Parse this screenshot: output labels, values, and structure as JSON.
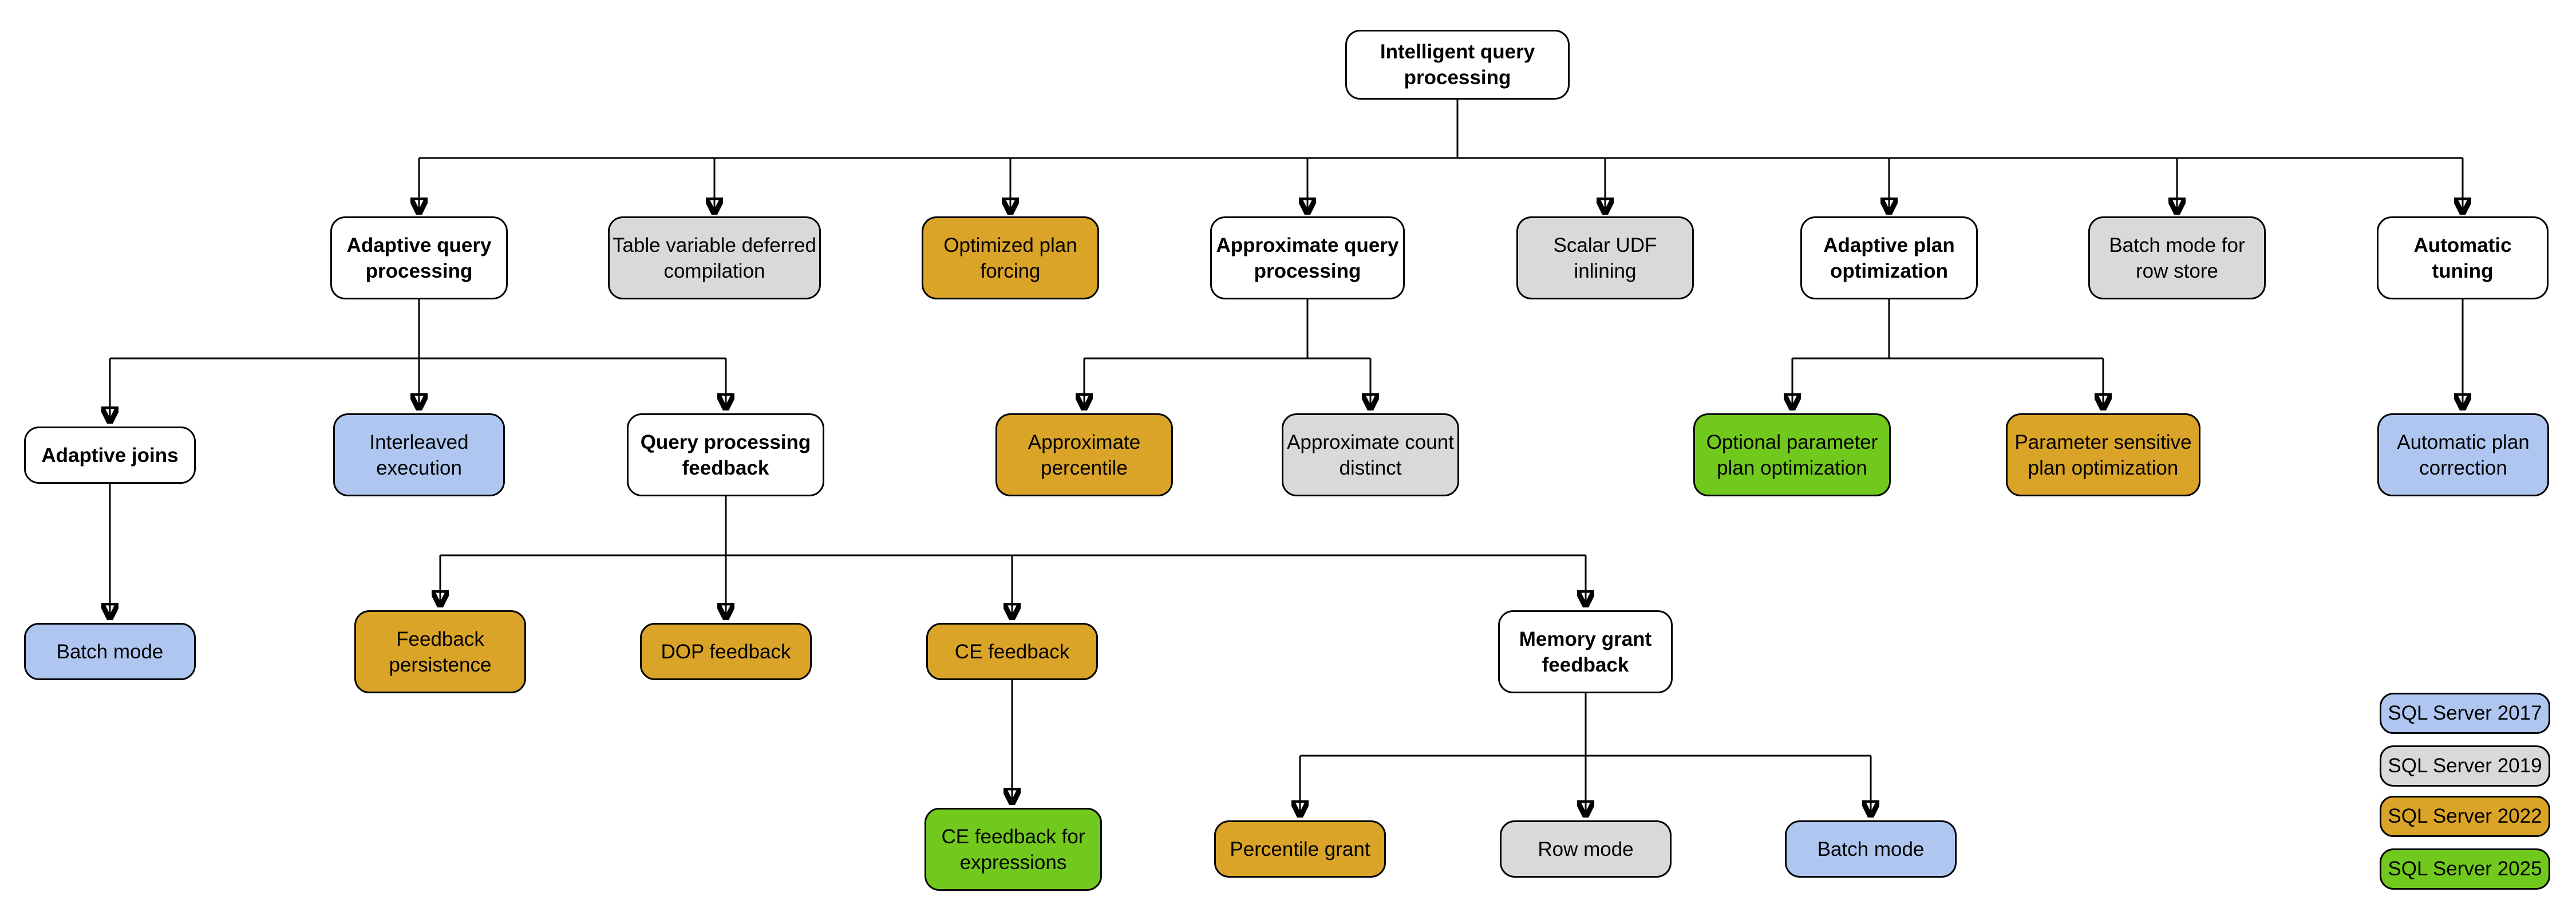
{
  "diagram": {
    "colors": {
      "base": "#FFFFFF",
      "2017": "#AFC7F0",
      "2019": "#D9D9D9",
      "2022": "#DAA428",
      "2025": "#72C91E"
    },
    "nodes": [
      {
        "id": "intelligent-query-processing",
        "label": "Intelligent query processing",
        "version": "base",
        "parent": null
      },
      {
        "id": "adaptive-query-processing",
        "label": "Adaptive query processing",
        "version": "base",
        "parent": "intelligent-query-processing"
      },
      {
        "id": "table-variable-deferred-compilation",
        "label": "Table variable deferred compilation",
        "version": "2019",
        "parent": "intelligent-query-processing"
      },
      {
        "id": "optimized-plan-forcing",
        "label": "Optimized plan forcing",
        "version": "2022",
        "parent": "intelligent-query-processing"
      },
      {
        "id": "approximate-query-processing",
        "label": "Approximate query processing",
        "version": "base",
        "parent": "intelligent-query-processing"
      },
      {
        "id": "scalar-udf-inlining",
        "label": "Scalar UDF inlining",
        "version": "2019",
        "parent": "intelligent-query-processing"
      },
      {
        "id": "adaptive-plan-optimization",
        "label": "Adaptive plan optimization",
        "version": "base",
        "parent": "intelligent-query-processing"
      },
      {
        "id": "batch-mode-for-row-store",
        "label": "Batch mode for row store",
        "version": "2019",
        "parent": "intelligent-query-processing"
      },
      {
        "id": "automatic-tuning",
        "label": "Automatic tuning",
        "version": "base",
        "parent": "intelligent-query-processing"
      },
      {
        "id": "adaptive-joins",
        "label": "Adaptive joins",
        "version": "base",
        "parent": "adaptive-query-processing"
      },
      {
        "id": "interleaved-execution",
        "label": "Interleaved execution",
        "version": "2017",
        "parent": "adaptive-query-processing"
      },
      {
        "id": "query-processing-feedback",
        "label": "Query processing feedback",
        "version": "base",
        "parent": "adaptive-query-processing"
      },
      {
        "id": "approximate-percentile",
        "label": "Approximate percentile",
        "version": "2022",
        "parent": "approximate-query-processing"
      },
      {
        "id": "approximate-count-distinct",
        "label": "Approximate count distinct",
        "version": "2019",
        "parent": "approximate-query-processing"
      },
      {
        "id": "optional-parameter-plan-optimization",
        "label": "Optional parameter plan optimization",
        "version": "2025",
        "parent": "adaptive-plan-optimization"
      },
      {
        "id": "parameter-sensitive-plan-optimization",
        "label": "Parameter sensitive plan optimization",
        "version": "2022",
        "parent": "adaptive-plan-optimization"
      },
      {
        "id": "automatic-plan-correction",
        "label": "Automatic plan correction",
        "version": "2017",
        "parent": "automatic-tuning"
      },
      {
        "id": "batch-mode-adaptive-joins",
        "label": "Batch mode",
        "version": "2017",
        "parent": "adaptive-joins"
      },
      {
        "id": "feedback-persistence",
        "label": "Feedback persistence",
        "version": "2022",
        "parent": "query-processing-feedback"
      },
      {
        "id": "dop-feedback",
        "label": "DOP feedback",
        "version": "2022",
        "parent": "query-processing-feedback"
      },
      {
        "id": "ce-feedback",
        "label": "CE feedback",
        "version": "2022",
        "parent": "query-processing-feedback"
      },
      {
        "id": "memory-grant-feedback",
        "label": "Memory grant feedback",
        "version": "base",
        "parent": "query-processing-feedback"
      },
      {
        "id": "ce-feedback-for-expressions",
        "label": "CE feedback for expressions",
        "version": "2025",
        "parent": "ce-feedback"
      },
      {
        "id": "percentile-grant",
        "label": "Percentile grant",
        "version": "2022",
        "parent": "memory-grant-feedback"
      },
      {
        "id": "row-mode",
        "label": "Row mode",
        "version": "2019",
        "parent": "memory-grant-feedback"
      },
      {
        "id": "batch-mode-memory-grant",
        "label": "Batch mode",
        "version": "2017",
        "parent": "memory-grant-feedback"
      }
    ],
    "legend": [
      {
        "label": "SQL Server 2017",
        "version": "2017"
      },
      {
        "label": "SQL Server 2019",
        "version": "2019"
      },
      {
        "label": "SQL Server 2022",
        "version": "2022"
      },
      {
        "label": "SQL Server 2025",
        "version": "2025"
      }
    ]
  }
}
